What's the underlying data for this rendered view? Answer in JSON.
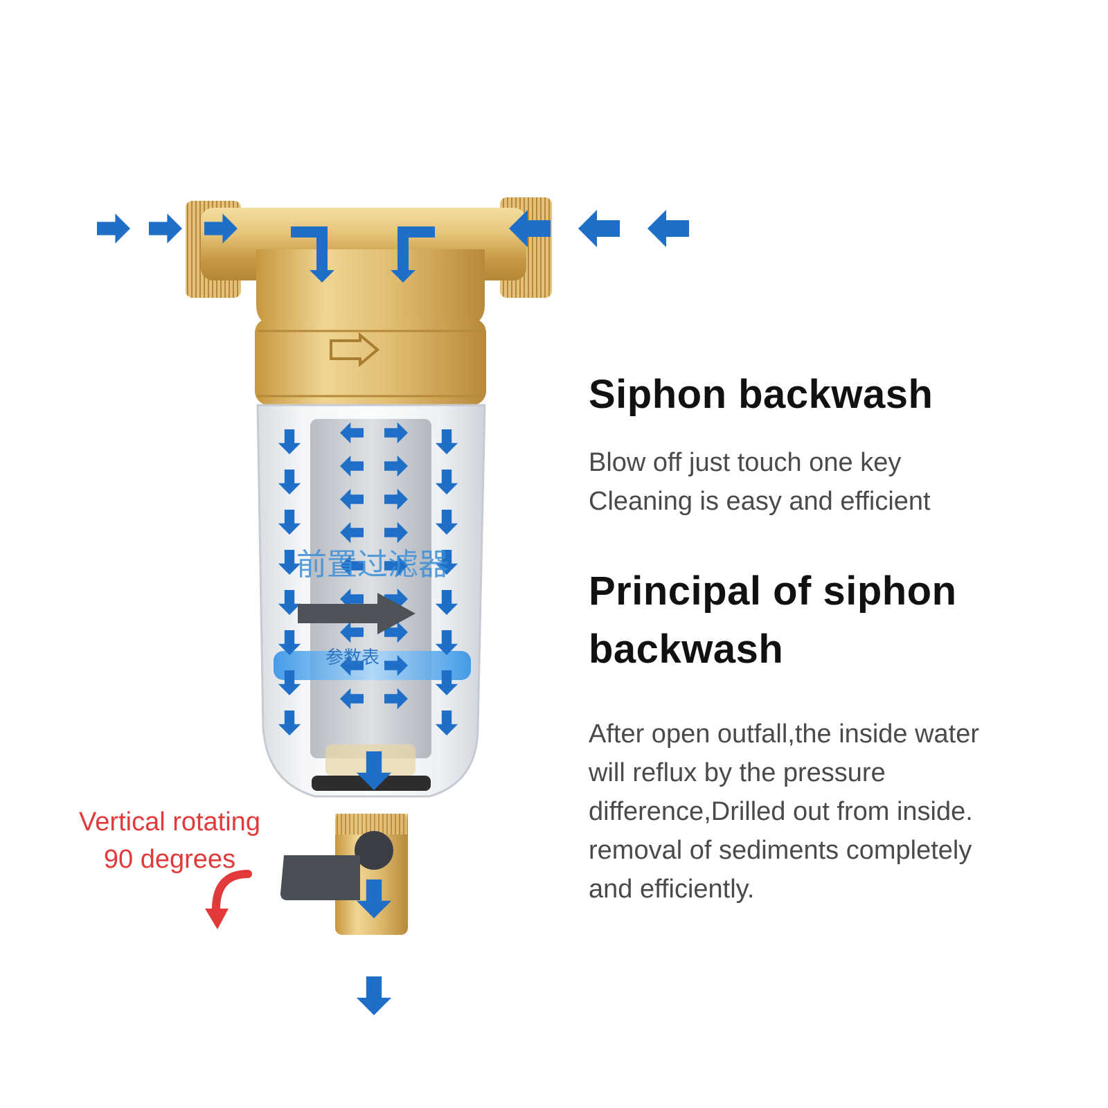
{
  "product": {
    "cn_label": "前置过滤器",
    "cn_sublabel": "参数表"
  },
  "headings": {
    "siphon_title": "Siphon backwash",
    "principal_title": "Principal of siphon backwash"
  },
  "paragraphs": {
    "siphon_lines": [
      "Blow off just touch one key",
      "Cleaning is easy and efficient"
    ],
    "principal_lines": [
      "After open outfall,the inside water",
      "will reflux by the pressure",
      "difference,Drilled out from inside.",
      "removal of sediments completely",
      "and efficiently."
    ]
  },
  "callout": {
    "lines": [
      "Vertical rotating",
      "90 degrees"
    ]
  },
  "icons": [
    "flow-arrow-icon",
    "rotate-arrow-icon"
  ],
  "colors": {
    "flow_arrow": "#1f6fc9",
    "brass": "#d6b46b",
    "note_red": "#e23a3a",
    "heading": "#111111",
    "body_text": "#4a4a4a"
  }
}
